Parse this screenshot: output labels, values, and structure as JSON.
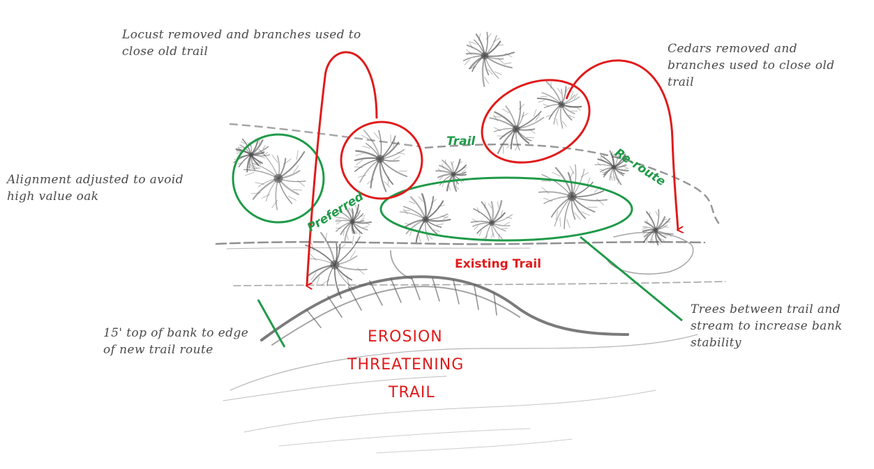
{
  "colors": {
    "annotation_red": "#e01b1b",
    "annotation_green": "#1f9a48",
    "pencil": "#555555",
    "note_text": "#4a4a4a"
  },
  "notes": {
    "locust": [
      "Locust removed and branches used to",
      "close old trail"
    ],
    "cedars": [
      "Cedars removed and",
      "branches used to close old",
      "trail"
    ],
    "alignment": [
      "Alignment adjusted to avoid",
      "high value oak"
    ],
    "bank": [
      "15' top of bank to edge",
      "of new trail route"
    ],
    "trees_between": [
      "Trees between trail and",
      "stream to increase bank",
      "stability"
    ]
  },
  "labels": {
    "trail": "Trail",
    "reroute": "Re-route",
    "preferred": "Preferred",
    "existing_trail": "Existing Trail",
    "erosion": [
      "EROSION",
      "THREATENING",
      "TRAIL"
    ]
  },
  "icons": [
    "tree-sketch-icon",
    "curved-arrow-icon"
  ]
}
